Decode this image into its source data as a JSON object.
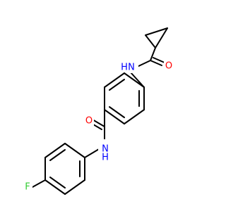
{
  "molecule": {
    "atom_labels": [
      {
        "id": "n_cyclopropyl_amide",
        "text": "H",
        "element": "N",
        "color": "#0000ff"
      },
      {
        "id": "o_cyclopropyl_amide",
        "text": "O",
        "element": "O",
        "color": "#ff0000"
      },
      {
        "id": "o_benzamide",
        "text": "O",
        "element": "O",
        "color": "#ff0000"
      },
      {
        "id": "n_benzamide",
        "text": "H",
        "element": "N",
        "color": "#0000ff"
      },
      {
        "id": "fluorine",
        "text": "F",
        "element": "F",
        "color": "#33cc33"
      }
    ],
    "colors": {
      "bond": "#000000",
      "nitrogen": "#0000ff",
      "oxygen": "#ff0000",
      "fluorine": "#33cc33"
    }
  }
}
